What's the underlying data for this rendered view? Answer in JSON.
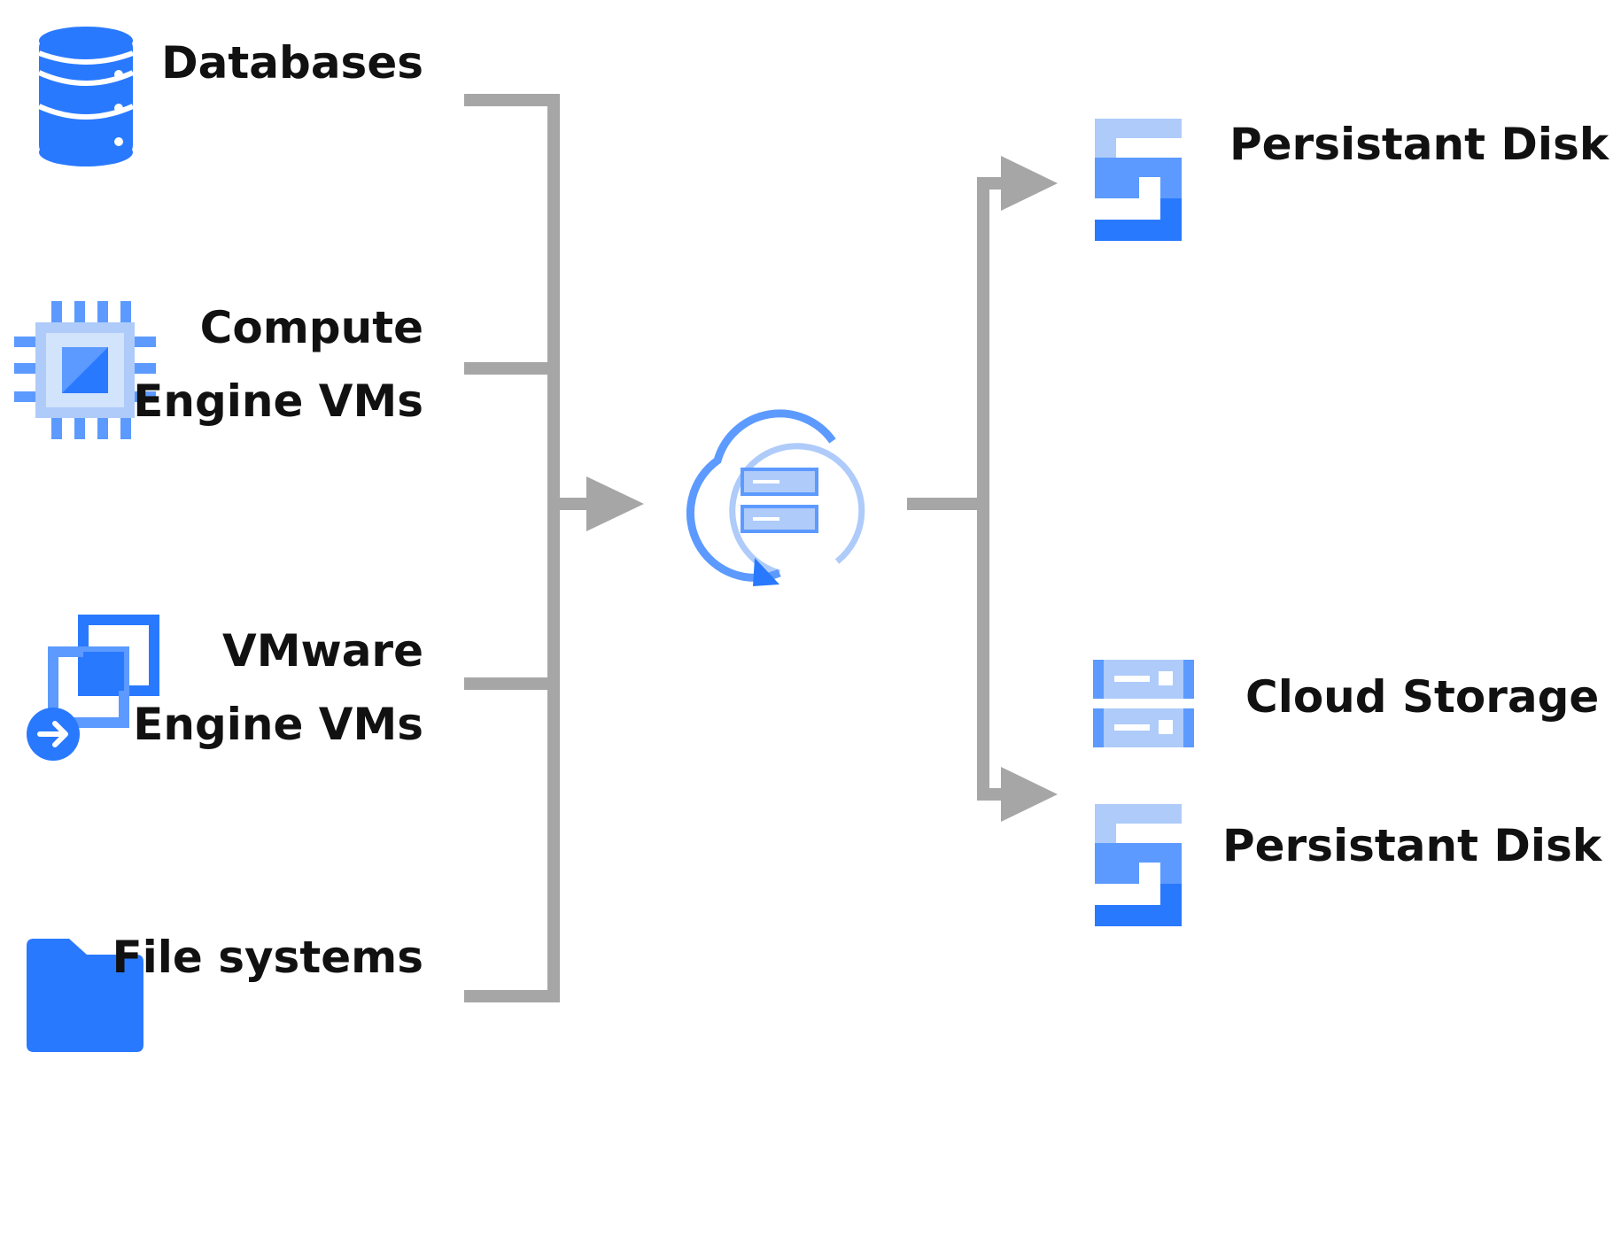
{
  "sources": [
    {
      "id": "databases",
      "icon": "database-icon",
      "lines": [
        "Databases"
      ]
    },
    {
      "id": "compute-engine",
      "icon": "compute-engine-chip-icon",
      "lines": [
        "Compute",
        "Engine VMs"
      ]
    },
    {
      "id": "vmware",
      "icon": "vmware-migrate-icon",
      "lines": [
        "VMware",
        "Engine VMs"
      ]
    },
    {
      "id": "file-systems",
      "icon": "folder-icon",
      "lines": [
        "File systems"
      ]
    }
  ],
  "center": {
    "icon": "backup-dr-service-icon"
  },
  "destinations": [
    {
      "id": "persistent-disk-top",
      "icon": "persistent-disk-icon",
      "label": "Persistant Disk"
    },
    {
      "id": "cloud-storage",
      "icon": "cloud-storage-icon",
      "label": "Cloud Storage"
    },
    {
      "id": "persistent-disk-bottom",
      "icon": "persistent-disk-icon",
      "label": "Persistant Disk"
    }
  ],
  "colors": {
    "connector": "#a6a6a6",
    "blue_dark": "#2979ff",
    "blue_mid": "#5c9aff",
    "blue_light": "#aecbfa",
    "blue_pale": "#d2e3fc",
    "label_text": "#111111"
  }
}
